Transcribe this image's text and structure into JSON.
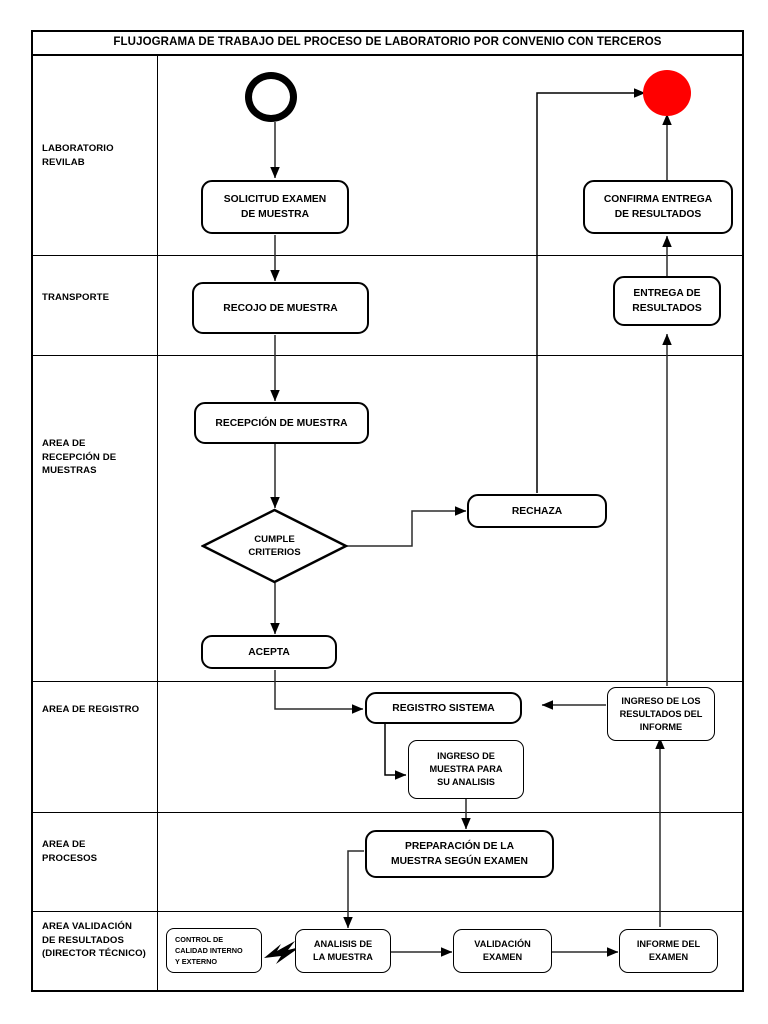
{
  "title": "FLUJOGRAMA DE TRABAJO DEL PROCESO DE LABORATORIO POR CONVENIO CON TERCEROS",
  "colors": {
    "end_node": "#FF0000",
    "start_node_border": "#000000",
    "line": "#2b2b2b",
    "border": "#000000",
    "background": "#FFFFFF"
  },
  "lanes": [
    {
      "id": "laboratorio-revilab",
      "label": "LABORATORIO\nREVILAB"
    },
    {
      "id": "transporte",
      "label": "TRANSPORTE"
    },
    {
      "id": "area-recepcion-muestras",
      "label": "AREA DE\nRECEPCIÓN DE\nMUESTRAS"
    },
    {
      "id": "area-registro",
      "label": "AREA DE REGISTRO"
    },
    {
      "id": "area-procesos",
      "label": "AREA DE\nPROCESOS"
    },
    {
      "id": "area-validacion-resultados",
      "label": "AREA VALIDACIÓN\nDE RESULTADOS\n(DIRECTOR TÉCNICO)"
    }
  ],
  "nodes": {
    "start": {
      "label": "",
      "shape": "start-circle"
    },
    "end": {
      "label": "",
      "shape": "end-circle"
    },
    "solicitud_examen": {
      "label": "SOLICITUD EXAMEN\nDE MUESTRA",
      "shape": "rounded"
    },
    "confirma_entrega": {
      "label": "CONFIRMA ENTREGA\nDE RESULTADOS",
      "shape": "rounded"
    },
    "recojo_muestra": {
      "label": "RECOJO DE MUESTRA",
      "shape": "rounded"
    },
    "entrega_resultados": {
      "label": "ENTREGA DE\nRESULTADOS",
      "shape": "rounded"
    },
    "recepcion_muestra": {
      "label": "RECEPCIÓN DE MUESTRA",
      "shape": "rounded"
    },
    "cumple_criterios": {
      "label": "CUMPLE\nCRITERIOS",
      "shape": "diamond"
    },
    "rechaza": {
      "label": "RECHAZA",
      "shape": "rounded"
    },
    "acepta": {
      "label": "ACEPTA",
      "shape": "rounded"
    },
    "registro_sistema": {
      "label": "REGISTRO SISTEMA",
      "shape": "rounded"
    },
    "ingreso_muestra_analisis": {
      "label": "INGRESO DE\nMUESTRA PARA\nSU ANALISIS",
      "shape": "rounded"
    },
    "ingreso_resultados_informe": {
      "label": "INGRESO DE LOS\nRESULTADOS DEL\nINFORME",
      "shape": "rounded"
    },
    "preparacion_muestra": {
      "label": "PREPARACIÓN DE LA\nMUESTRA SEGÚN EXAMEN",
      "shape": "rounded"
    },
    "control_calidad": {
      "label": "CONTROL DE\nCALIDAD INTERNO\nY EXTERNO",
      "shape": "rounded"
    },
    "analisis_muestra": {
      "label": "ANALISIS DE\nLA MUESTRA",
      "shape": "rounded"
    },
    "validacion_examen": {
      "label": "VALIDACIÓN\nEXAMEN",
      "shape": "rounded"
    },
    "informe_examen": {
      "label": "INFORME DEL\nEXAMEN",
      "shape": "rounded"
    }
  },
  "connectors": [
    {
      "from": "start",
      "to": "solicitud_examen"
    },
    {
      "from": "solicitud_examen",
      "to": "recojo_muestra"
    },
    {
      "from": "recojo_muestra",
      "to": "recepcion_muestra"
    },
    {
      "from": "recepcion_muestra",
      "to": "cumple_criterios"
    },
    {
      "from": "cumple_criterios",
      "to": "rechaza"
    },
    {
      "from": "cumple_criterios",
      "to": "acepta"
    },
    {
      "from": "rechaza",
      "to": "end"
    },
    {
      "from": "acepta",
      "to": "registro_sistema"
    },
    {
      "from": "registro_sistema",
      "to": "ingreso_muestra_analisis"
    },
    {
      "from": "ingreso_muestra_analisis",
      "to": "preparacion_muestra"
    },
    {
      "from": "preparacion_muestra",
      "to": "analisis_muestra"
    },
    {
      "from": "control_calidad",
      "to": "analisis_muestra"
    },
    {
      "from": "analisis_muestra",
      "to": "validacion_examen"
    },
    {
      "from": "validacion_examen",
      "to": "informe_examen"
    },
    {
      "from": "informe_examen",
      "to": "ingreso_resultados_informe"
    },
    {
      "from": "ingreso_resultados_informe",
      "to": "registro_sistema"
    },
    {
      "from": "ingreso_resultados_informe",
      "to": "entrega_resultados"
    },
    {
      "from": "entrega_resultados",
      "to": "confirma_entrega"
    },
    {
      "from": "confirma_entrega",
      "to": "end"
    }
  ]
}
